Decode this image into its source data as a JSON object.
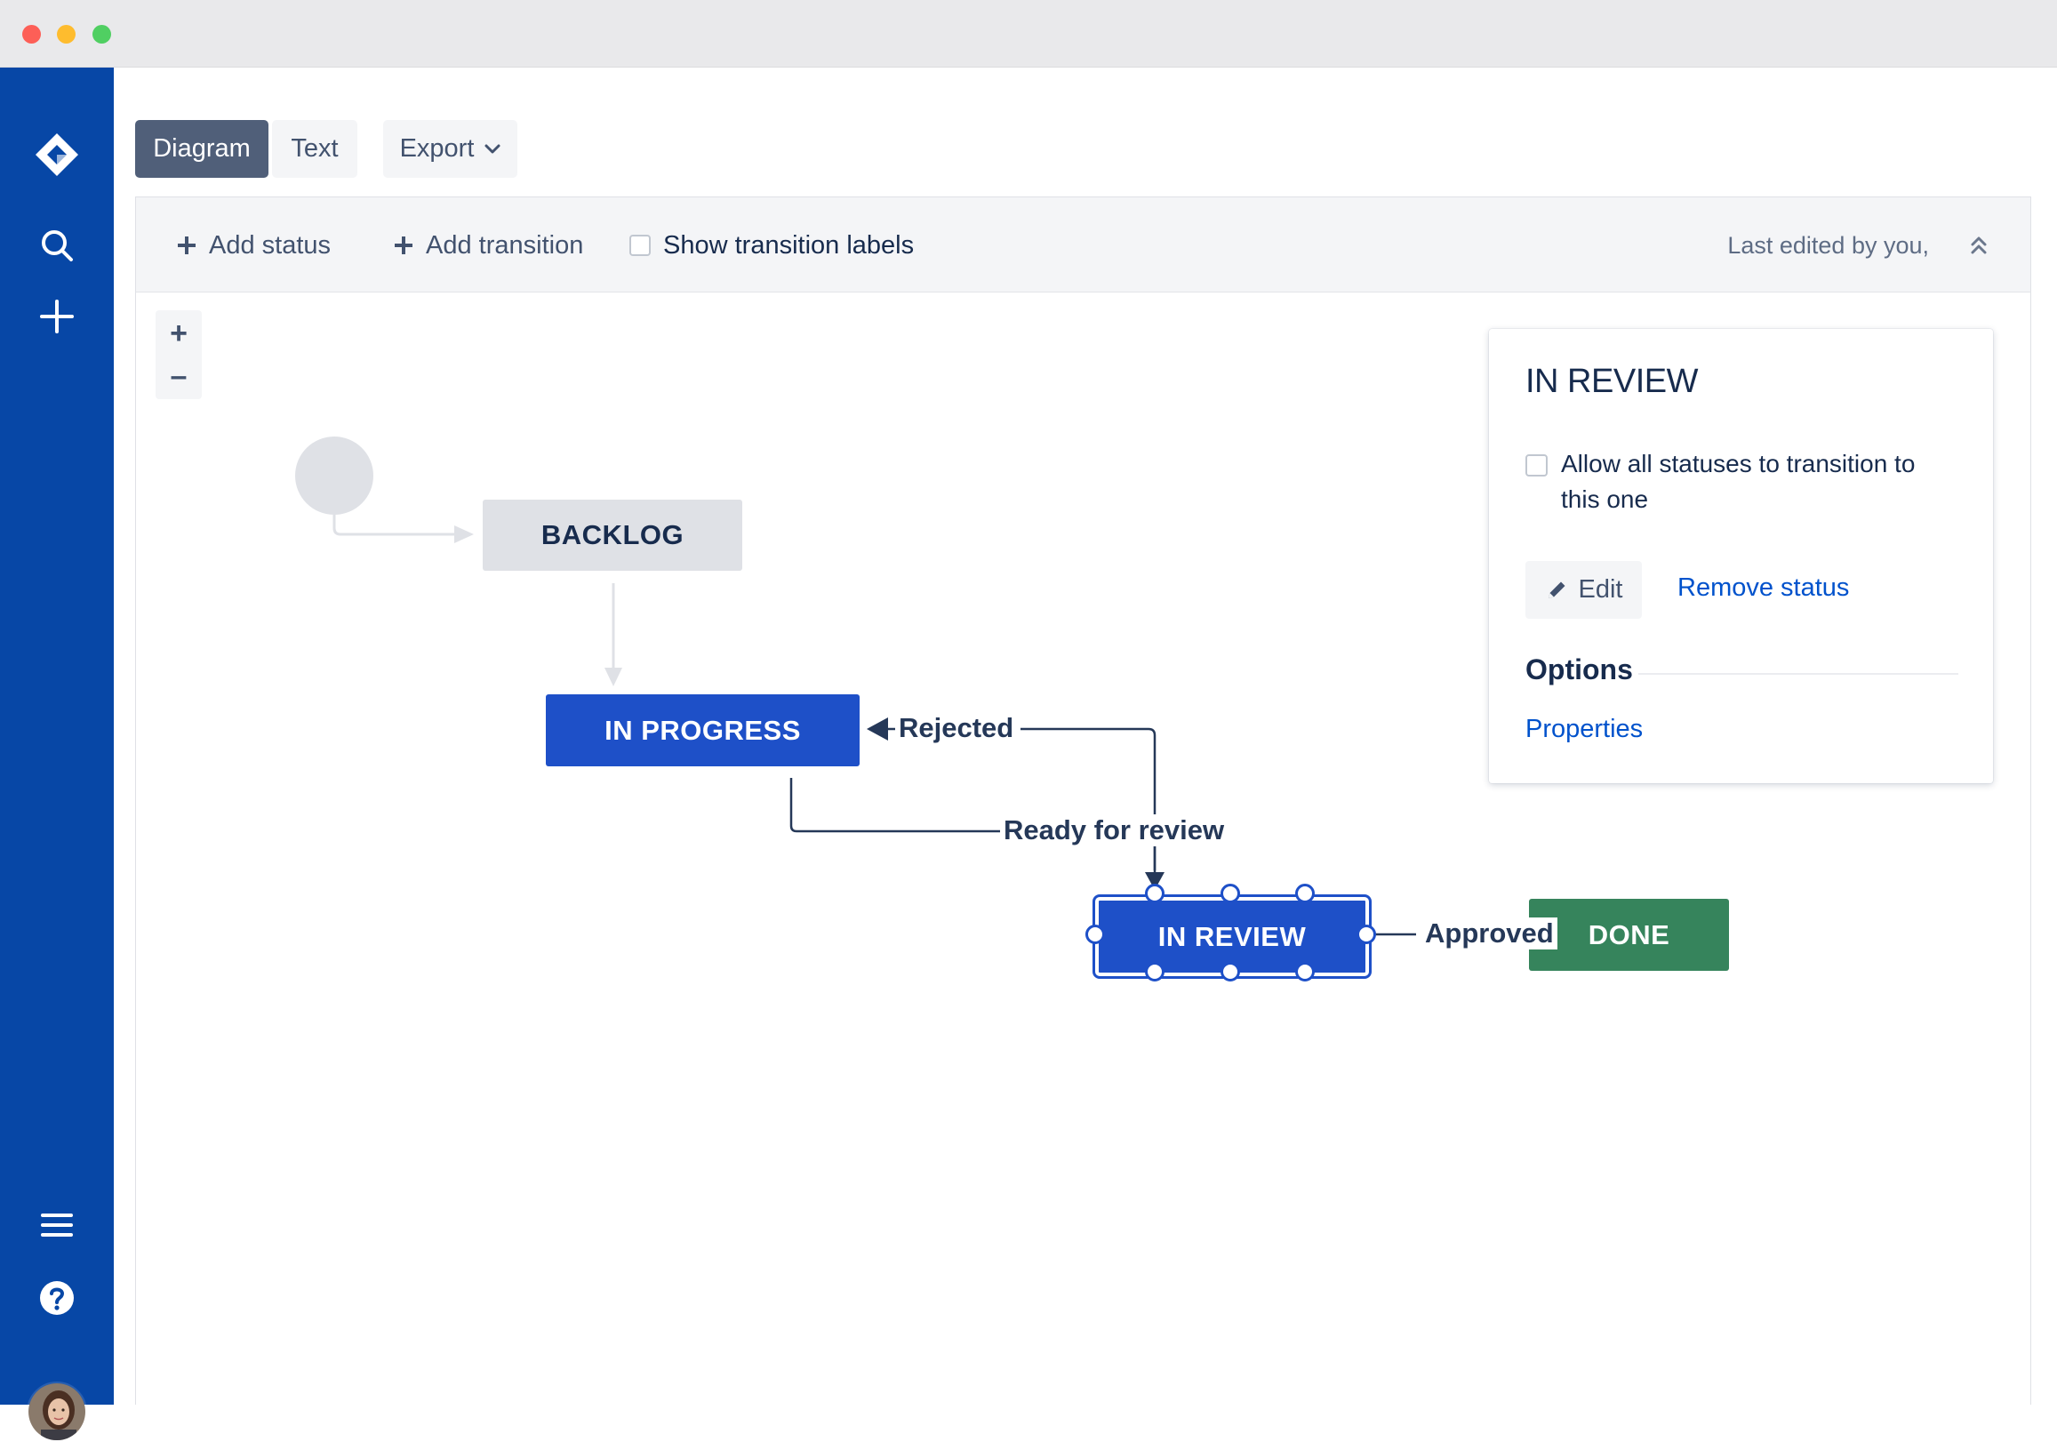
{
  "tabs": {
    "diagram_label": "Diagram",
    "text_label": "Text",
    "export_label": "Export"
  },
  "toolbar": {
    "add_status_label": "Add status",
    "add_transition_label": "Add transition",
    "show_transition_labels_label": "Show transition labels",
    "show_transition_labels_checked": false,
    "last_edited": "Last edited by you,"
  },
  "zoom": {
    "zoom_in": "+",
    "zoom_out": "–"
  },
  "statuses": {
    "backlog": "BACKLOG",
    "in_progress": "IN PROGRESS",
    "in_review": "IN REVIEW",
    "done": "DONE"
  },
  "transitions": {
    "rejected": "Rejected",
    "ready_for_review": "Ready for review",
    "approved": "Approved"
  },
  "panel": {
    "title": "IN REVIEW",
    "allow_all_label": "Allow all statuses to transition to this one",
    "allow_all_checked": false,
    "edit_label": "Edit",
    "remove_label": "Remove status",
    "options_heading": "Options",
    "properties_label": "Properties"
  },
  "colors": {
    "sidebar": "#0747a6",
    "status_blue": "#1e50c8",
    "status_green": "#36845c",
    "status_grey": "#dfe1e6",
    "link": "#0052cc"
  },
  "icons": {
    "sidebar": [
      "jira-logo-icon",
      "search-icon",
      "plus-icon",
      "menu-icon",
      "help-icon",
      "avatar"
    ],
    "toolbar": [
      "plus-icon",
      "plus-icon",
      "checkbox-icon",
      "double-chevron-up-icon"
    ],
    "panel": [
      "pencil-icon"
    ]
  }
}
